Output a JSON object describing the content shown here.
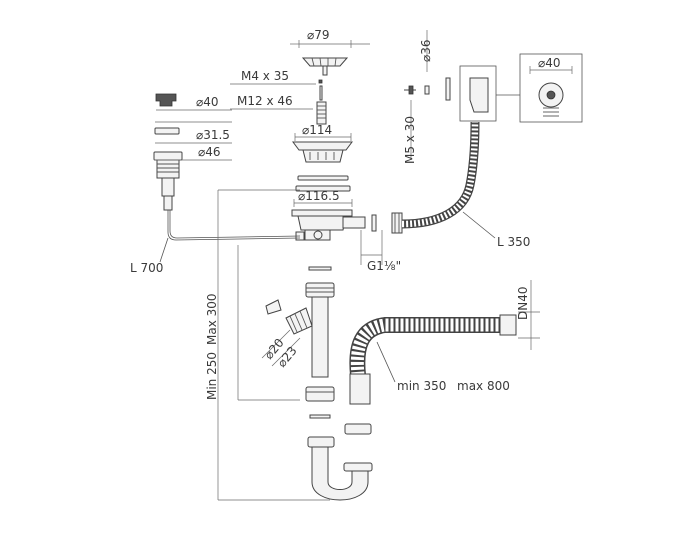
{
  "labels": {
    "d79": "⌀79",
    "m4": "M4 x 35",
    "m12": "M12 x 46",
    "d40a": "⌀40",
    "d315": "⌀31.5",
    "d114": "⌀114",
    "d46": "⌀46",
    "d1165": "⌀116.5",
    "d36": "⌀36",
    "m5": "M5 x 30",
    "d40b": "⌀40",
    "l350": "L 350",
    "l700": "L 700",
    "g118": "G1⅛\"",
    "max300": "Max 300",
    "min250": "Min 250",
    "d20": "⌀20",
    "d23": "⌀23",
    "dn40": "DN40",
    "min350": "min 350",
    "max800": "max 800"
  }
}
